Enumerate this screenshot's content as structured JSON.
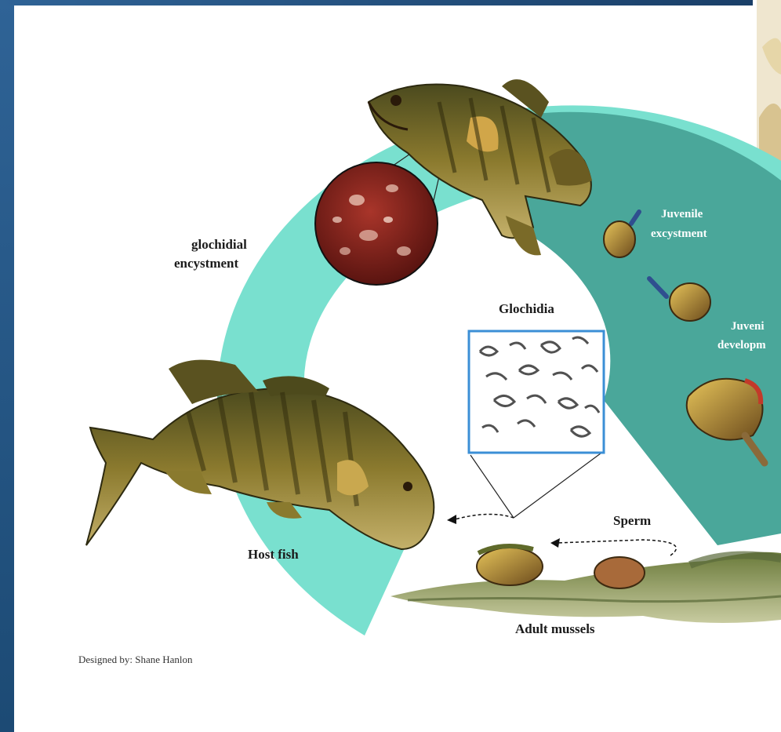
{
  "diagram": {
    "labels": {
      "glochidial": "glochidial",
      "encystment": "encystment",
      "juvenile_excystment_1": "Juvenile",
      "juvenile_excystment_2": "excystment",
      "glochidia": "Glochidia",
      "juvenile_development_1": "Juveni",
      "juvenile_development_2": "developm",
      "sperm": "Sperm",
      "host_fish": "Host fish",
      "adult_mussels": "Adult mussels"
    },
    "credit": "Designed by: Shane Hanlon"
  },
  "colors": {
    "frame_blue": "#23527c",
    "ring_light": "#79e0cf",
    "ring_dark": "#4aa79a",
    "text": "#1b1b1b"
  }
}
